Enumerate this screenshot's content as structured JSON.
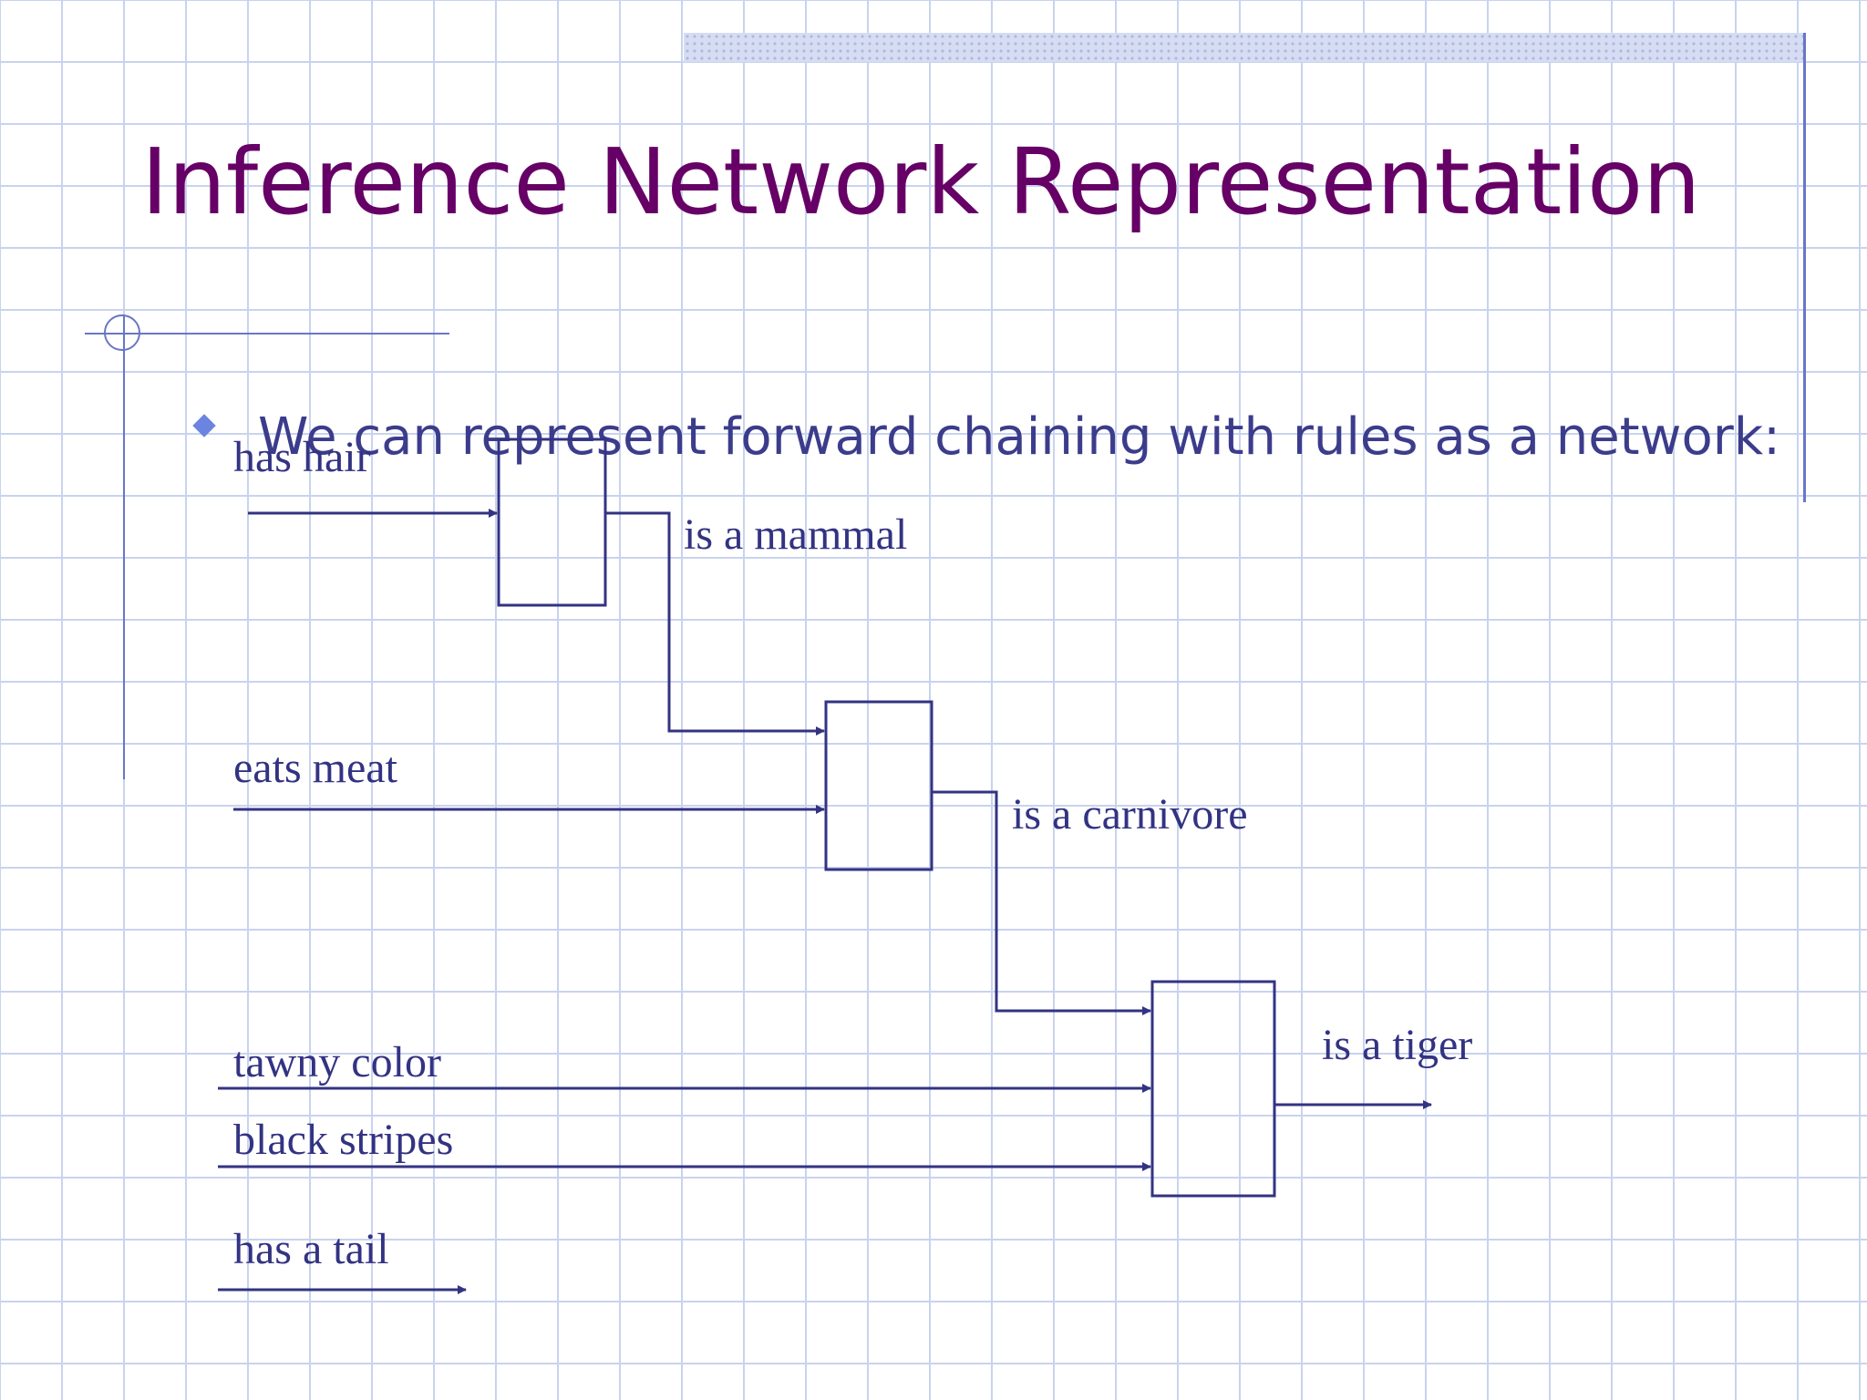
{
  "slide": {
    "title": "Inference Network Representation",
    "bullet": "We can represent forward chaining with rules as a network:"
  },
  "diagram": {
    "inputs": {
      "has_hair": "has hair",
      "eats_meat": "eats meat",
      "tawny_color": "tawny color",
      "black_stripes": "black stripes",
      "has_a_tail": "has a tail"
    },
    "conclusions": {
      "mammal": "is a mammal",
      "carnivore": "is a carnivore",
      "tiger": "is a tiger"
    }
  },
  "colors": {
    "title": "#660066",
    "text": "#3c3c8c",
    "diagram": "#333383",
    "grid": "#c9d3ef",
    "accent": "#6a76c4"
  }
}
